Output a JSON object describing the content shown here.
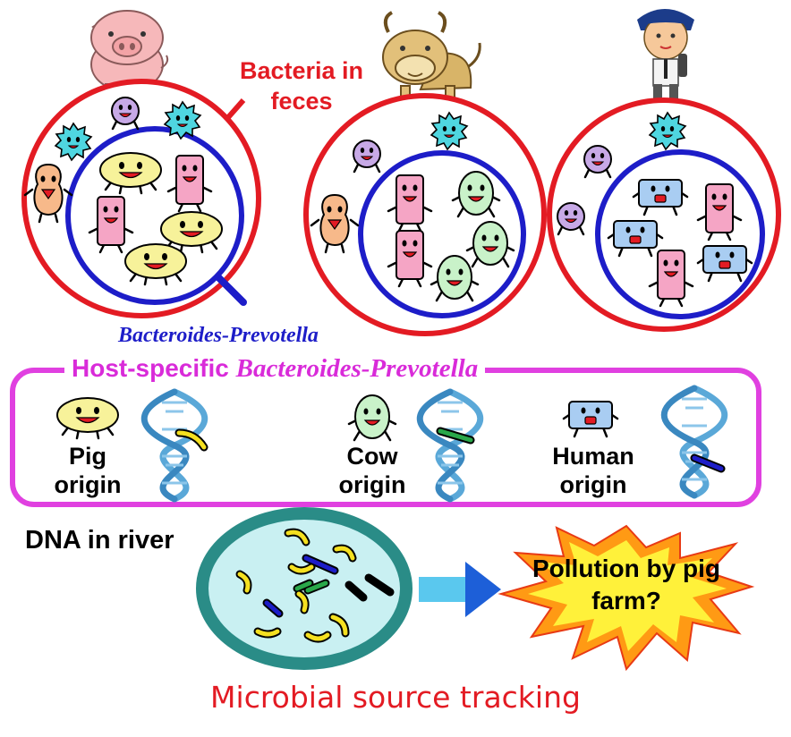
{
  "labels": {
    "bacteria_in_feces": "Bacteria in feces",
    "bacteroides_prevotella": "Bacteroides-Prevotella",
    "host_specific_prefix": "Host-specific",
    "host_specific_italic": "Bacteroides-Prevotella",
    "pig_origin": "Pig origin",
    "cow_origin": "Cow origin",
    "human_origin": "Human origin",
    "dna_in_river": "DNA in river",
    "pollution": "Pollution by pig farm?",
    "microbial_source_tracking": "Microbial source tracking"
  },
  "colors": {
    "red": "#e31b23",
    "blue": "#1d1dc8",
    "magenta": "#e040e0",
    "teal": "#2a8c87",
    "river_fill": "#c9f0f2",
    "pig_bacteria": "#f7f29a",
    "cow_bacteria": "#c9f2c9",
    "human_bacteria": "#a9cdf2",
    "generic_pink": "#f5a5c5",
    "dna_blue": "#5aa8d8",
    "burst_orange": "#ffb01f",
    "burst_yellow": "#fff13a"
  },
  "icons": [
    "pig-icon",
    "cow-icon",
    "human-icon",
    "dna-helix-icon",
    "magnifier-circle-icon",
    "arrow-right-icon",
    "explosion-icon"
  ]
}
